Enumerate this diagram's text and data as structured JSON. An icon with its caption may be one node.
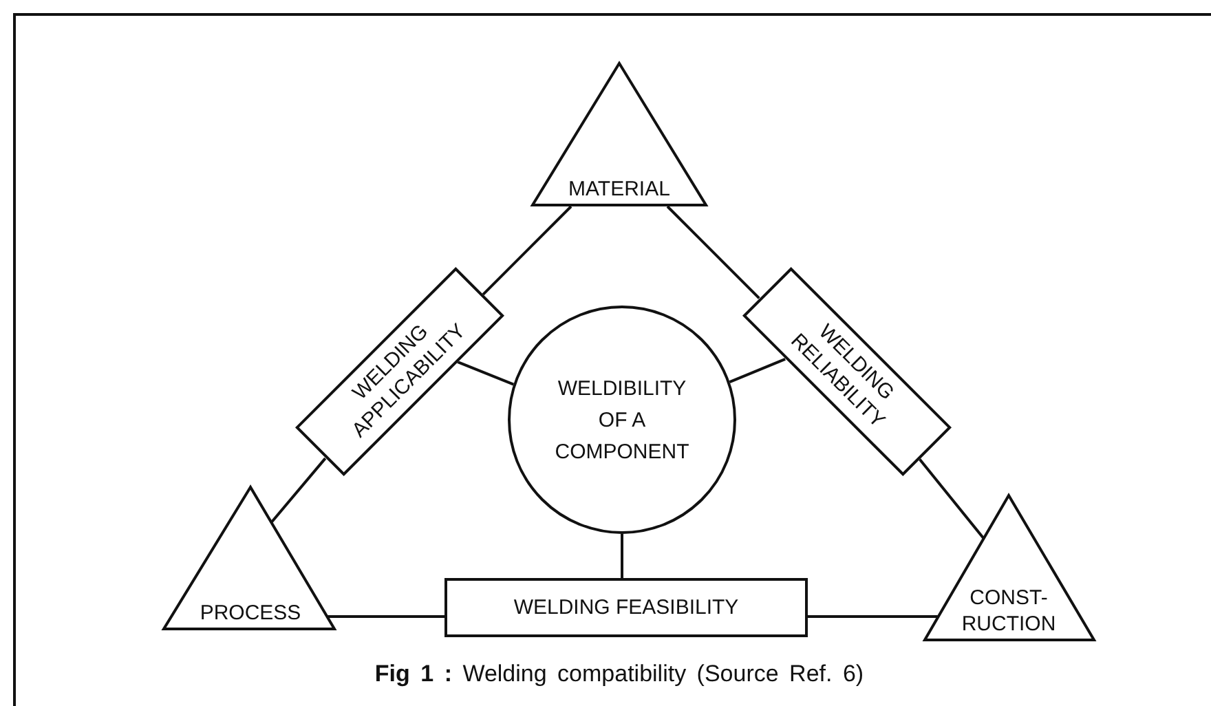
{
  "diagram": {
    "caption": "**Fig 1 :** Welding compatibility (Source Ref. 6)",
    "nodes": [
      {
        "text": [
          "MATERIAL"
        ]
      },
      {
        "text": [
          "WELDING APPLICABILITY"
        ]
      },
      {
        "text": [
          "WELDING RELIABILITY"
        ]
      },
      {
        "text": [
          "WELDIBILITY OF A COMPONENT"
        ]
      },
      {
        "text": [
          "PROCESS"
        ]
      },
      {
        "text": [
          "WELDING FEASIBILITY"
        ]
      },
      {
        "text": [
          "CONST- RUCTION"
        ]
      }
    ],
    "edges": [
      {
        "from": 0,
        "to": 1,
        "arrow": "none"
      },
      {
        "from": 0,
        "to": 2,
        "arrow": "none"
      },
      {
        "from": 1,
        "to": 4,
        "arrow": "none"
      },
      {
        "from": 2,
        "to": 6,
        "arrow": "none"
      },
      {
        "from": 4,
        "to": 5,
        "arrow": "none"
      },
      {
        "from": 5,
        "to": 6,
        "arrow": "none"
      },
      {
        "from": 3,
        "to": 1,
        "arrow": "none"
      },
      {
        "from": 3,
        "to": 2,
        "arrow": "none"
      },
      {
        "from": 3,
        "to": 5,
        "arrow": "none"
      }
    ]
  }
}
